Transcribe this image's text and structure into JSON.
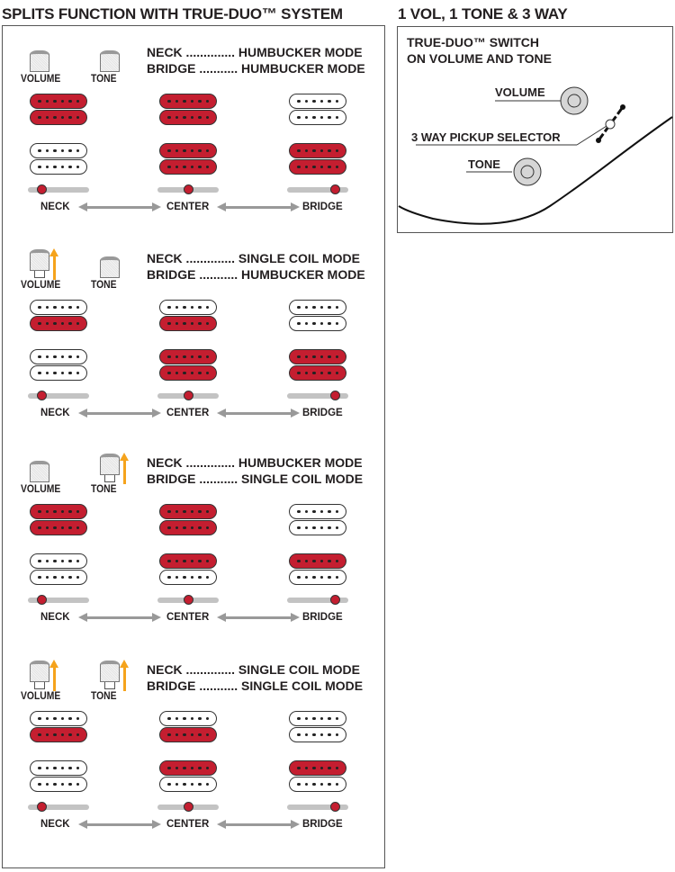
{
  "left_title": "SPLITS FUNCTION WITH TRUE-DUO™ SYSTEM",
  "right_title": "1 VOL, 1 TONE & 3 WAY",
  "knob_labels": {
    "volume": "VOLUME",
    "tone": "TONE"
  },
  "positions": [
    "NECK",
    "CENTER",
    "BRIDGE"
  ],
  "colors": {
    "active": "#c41e30",
    "arrow": "#f5a31c"
  },
  "sections": [
    {
      "neck_line": "NECK .............. HUMBUCKER MODE",
      "bridge_line": "BRIDGE ........... HUMBUCKER MODE",
      "volume_pulled": false,
      "tone_pulled": false,
      "columns": [
        {
          "neck": [
            1,
            1
          ],
          "bridge": [
            0,
            0
          ]
        },
        {
          "neck": [
            1,
            1
          ],
          "bridge": [
            1,
            1
          ]
        },
        {
          "neck": [
            0,
            0
          ],
          "bridge": [
            1,
            1
          ]
        }
      ]
    },
    {
      "neck_line": "NECK .............. SINGLE COIL MODE",
      "bridge_line": "BRIDGE ........... HUMBUCKER MODE",
      "volume_pulled": true,
      "tone_pulled": false,
      "columns": [
        {
          "neck": [
            0,
            1
          ],
          "bridge": [
            0,
            0
          ]
        },
        {
          "neck": [
            0,
            1
          ],
          "bridge": [
            1,
            1
          ]
        },
        {
          "neck": [
            0,
            0
          ],
          "bridge": [
            1,
            1
          ]
        }
      ]
    },
    {
      "neck_line": "NECK .............. HUMBUCKER MODE",
      "bridge_line": "BRIDGE ........... SINGLE COIL MODE",
      "volume_pulled": false,
      "tone_pulled": true,
      "columns": [
        {
          "neck": [
            1,
            1
          ],
          "bridge": [
            0,
            0
          ]
        },
        {
          "neck": [
            1,
            1
          ],
          "bridge": [
            1,
            0
          ]
        },
        {
          "neck": [
            0,
            0
          ],
          "bridge": [
            1,
            0
          ]
        }
      ]
    },
    {
      "neck_line": "NECK .............. SINGLE COIL MODE",
      "bridge_line": "BRIDGE ........... SINGLE COIL MODE",
      "volume_pulled": true,
      "tone_pulled": true,
      "columns": [
        {
          "neck": [
            0,
            1
          ],
          "bridge": [
            0,
            0
          ]
        },
        {
          "neck": [
            0,
            1
          ],
          "bridge": [
            1,
            0
          ]
        },
        {
          "neck": [
            0,
            0
          ],
          "bridge": [
            1,
            0
          ]
        }
      ]
    }
  ],
  "wiring": {
    "heading1": "TRUE-DUO™ SWITCH",
    "heading2": "ON VOLUME AND TONE",
    "volume": "VOLUME",
    "selector": "3 WAY PICKUP SELECTOR",
    "tone": "TONE"
  }
}
